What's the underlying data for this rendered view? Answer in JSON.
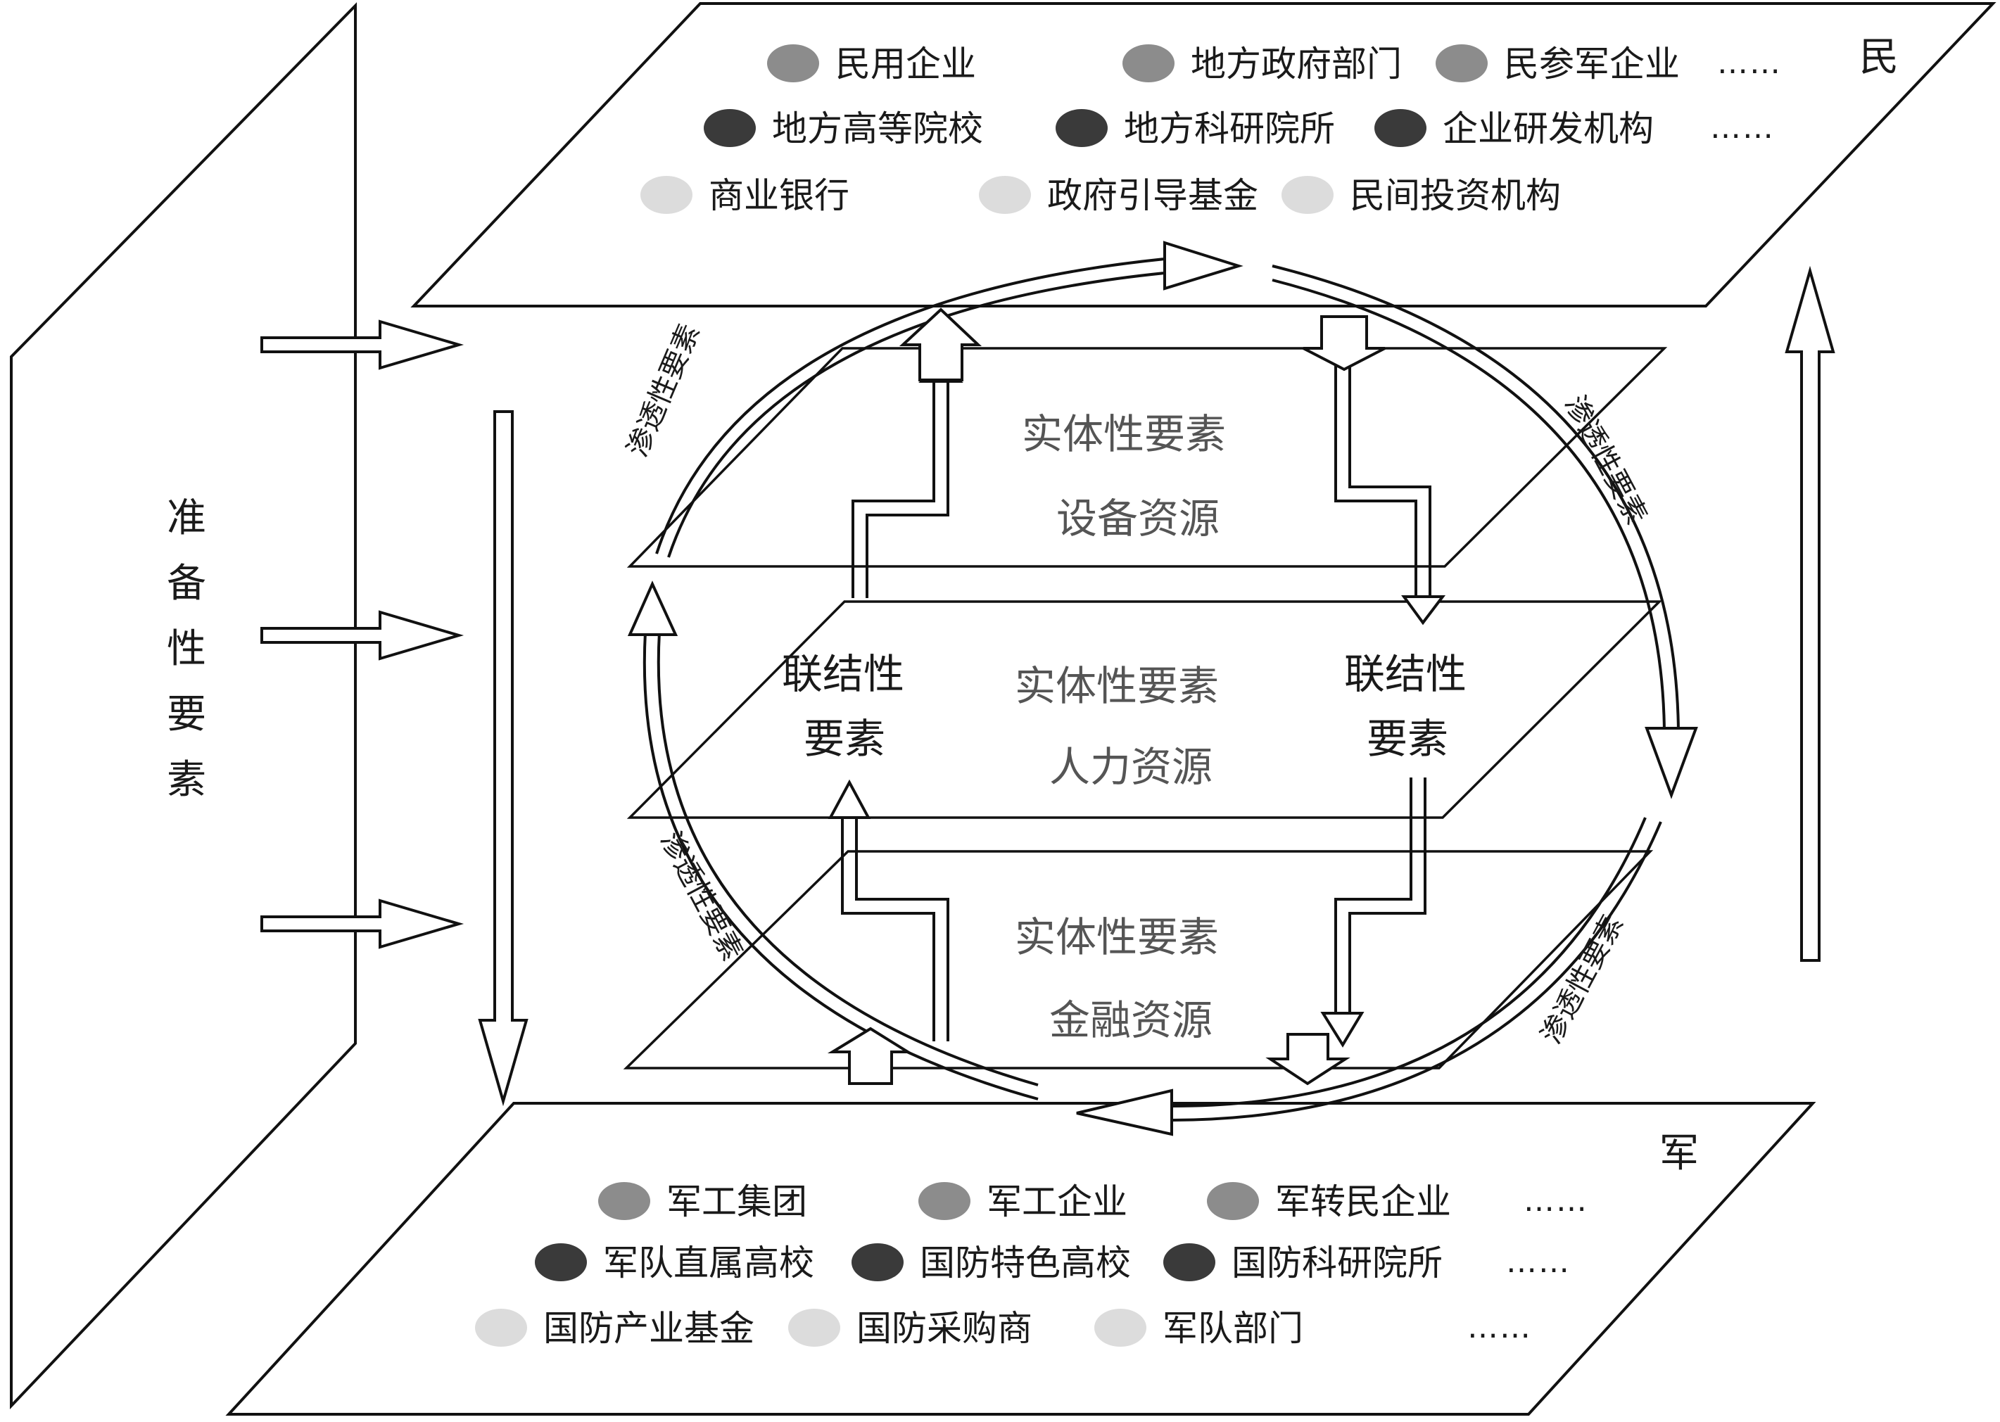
{
  "civil_plane": {
    "label": "民",
    "rows": [
      {
        "items": [
          {
            "text": "民用企业",
            "color": "#8c8c8c"
          },
          {
            "text": "地方政府部门",
            "color": "#8c8c8c"
          },
          {
            "text": "民参军企业",
            "color": "#8c8c8c"
          }
        ],
        "more": "……"
      },
      {
        "items": [
          {
            "text": "地方高等院校",
            "color": "#3a3a3a"
          },
          {
            "text": "地方科研院所",
            "color": "#3a3a3a"
          },
          {
            "text": "企业研发机构",
            "color": "#3a3a3a"
          }
        ],
        "more": "……"
      },
      {
        "items": [
          {
            "text": "商业银行",
            "color": "#dcdcdc"
          },
          {
            "text": "政府引导基金",
            "color": "#dcdcdc"
          },
          {
            "text": "民间投资机构",
            "color": "#dcdcdc"
          }
        ]
      }
    ]
  },
  "military_plane": {
    "label": "军",
    "rows": [
      {
        "items": [
          {
            "text": "军工集团",
            "color": "#8c8c8c"
          },
          {
            "text": "军工企业",
            "color": "#8c8c8c"
          },
          {
            "text": "军转民企业",
            "color": "#8c8c8c"
          }
        ],
        "more": "……"
      },
      {
        "items": [
          {
            "text": "军队直属高校",
            "color": "#3a3a3a"
          },
          {
            "text": "国防特色高校",
            "color": "#3a3a3a"
          },
          {
            "text": "国防科研院所",
            "color": "#3a3a3a"
          }
        ],
        "more": "……"
      },
      {
        "items": [
          {
            "text": "国防产业基金",
            "color": "#dcdcdc"
          },
          {
            "text": "国防采购商",
            "color": "#dcdcdc"
          },
          {
            "text": "军队部门",
            "color": "#dcdcdc"
          }
        ],
        "more": "……"
      }
    ]
  },
  "preparatory": {
    "label": "准备性要素"
  },
  "layers": [
    {
      "title": "实体性要素",
      "subtitle": "设备资源"
    },
    {
      "title": "实体性要素",
      "subtitle": "人力资源"
    },
    {
      "title": "实体性要素",
      "subtitle": "金融资源"
    }
  ],
  "linking": {
    "left": [
      "联结性",
      "要素"
    ],
    "right": [
      "联结性",
      "要素"
    ]
  },
  "permeating": [
    {
      "label": "渗透性要素"
    },
    {
      "label": "渗透性要素"
    },
    {
      "label": "渗透性要素"
    },
    {
      "label": "渗透性要素"
    }
  ]
}
